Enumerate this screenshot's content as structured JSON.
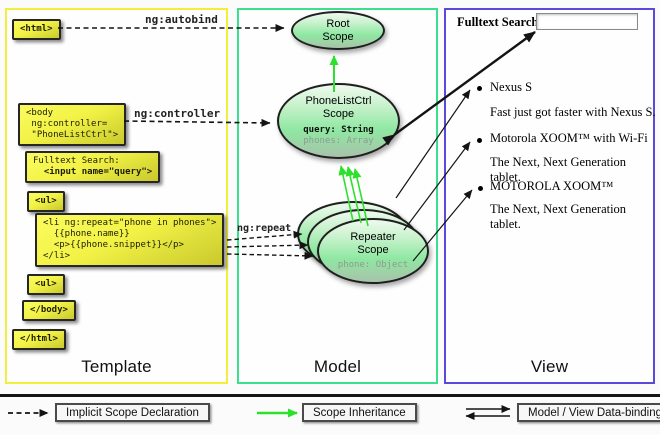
{
  "panels": {
    "template": {
      "label": "Template"
    },
    "model": {
      "label": "Model"
    },
    "view": {
      "label": "View"
    }
  },
  "template": {
    "boxes": {
      "html_open": "<html>",
      "body_open": "<body\n ng:controller=\n \"PhoneListCtrl\">",
      "fulltext_line1": "Fulltext Search:",
      "fulltext_line2": "  <input name=\"query\">",
      "ul_open": "<ul>",
      "li_repeat": "<li ng:repeat=\"phone in phones\">\n  {{phone.name}}\n  <p>{{phone.snippet}}</p>\n</li>",
      "ul_close": "<ul>",
      "body_close": "</body>",
      "html_close": "</html>"
    }
  },
  "arrow_labels": {
    "autobind": "ng:autobind",
    "controller": "ng:controller",
    "repeat": "ng:repeat"
  },
  "model": {
    "root_scope": {
      "line1": "Root",
      "line2": "Scope"
    },
    "phonelist_scope": {
      "line1": "PhoneListCtrl",
      "line2": "Scope",
      "prop1": "query: String",
      "prop2": "phones: Array"
    },
    "repeater_scope": {
      "line1": "Repeater",
      "line2": "Scope",
      "prop1": "phone: Object"
    }
  },
  "view": {
    "search_label": "Fulltext Search:",
    "search_value": "",
    "items": [
      {
        "title": "Nexus S",
        "desc": "Fast just got faster with Nexus S."
      },
      {
        "title": "Motorola XOOM™  with Wi-Fi",
        "desc": "The Next, Next Generation tablet."
      },
      {
        "title": "MOTOROLA XOOM™",
        "desc": "The Next, Next Generation tablet."
      }
    ]
  },
  "legend": {
    "implicit": "Implicit Scope Declaration",
    "inheritance": "Scope Inheritance",
    "databinding": "Model / View Data-binding"
  },
  "colors": {
    "template_border": "#f1ef3c",
    "model_border": "#3ae08e",
    "view_border": "#5b49dd",
    "inheritance_green": "#2be12b",
    "arrow_black": "#141414"
  }
}
